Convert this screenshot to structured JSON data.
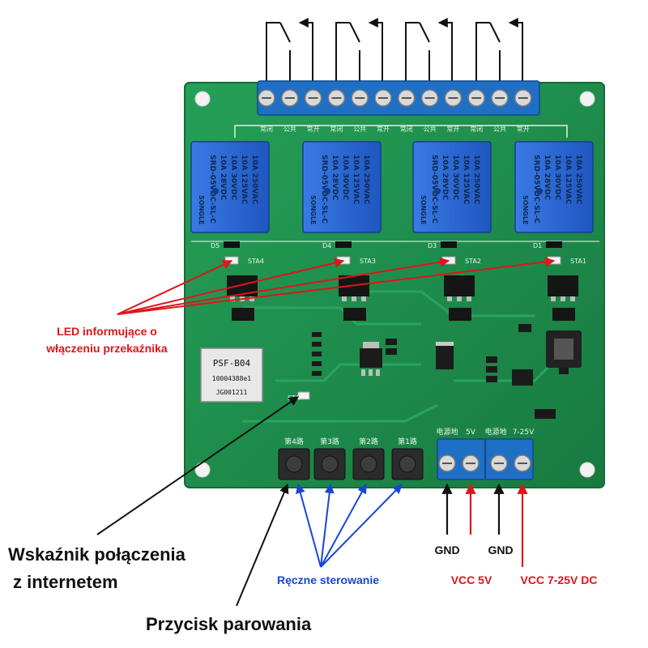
{
  "board": {
    "module_model": "PSF-B04",
    "module_serial": "10004388e1",
    "module_cert": "JG001211",
    "relay_lines": [
      "10A 250VAC",
      "10A 125VAC",
      "10A 30VDC",
      "10A 28VDC",
      "SRD-05VDC-SL-C"
    ],
    "relay_brand": "SONGLE",
    "button_labels": [
      "第4路",
      "第3路",
      "第2路",
      "第1路"
    ],
    "power_labels": [
      "电源地",
      "5V",
      "电源地",
      "7-25V"
    ],
    "status_labels": [
      "STA4",
      "STA3",
      "STA2",
      "STA1"
    ],
    "wifi_status_label": "STA",
    "diode_labels": [
      "D5",
      "D4",
      "D3",
      "D1"
    ],
    "terminal_labels": [
      "常闭",
      "公共",
      "常开"
    ]
  },
  "annotations": {
    "led_label": [
      "LED informujące o",
      "włączeniu przekaźnika"
    ],
    "wifi_label": [
      "Wskaźnik połączenia",
      "z internetem"
    ],
    "pairing_label": "Przycisk parowania",
    "manual_label": "Ręczne sterowanie",
    "gnd_left": "GND",
    "gnd_right": "GND",
    "vcc_5v": "VCC 5V",
    "vcc_wide": "VCC 7-25V DC"
  },
  "colors": {
    "pcb": "#1f8a4c",
    "terminal": "#1f6fc4",
    "relay": "#2d6ad6",
    "arrow_red": "#e0141b",
    "arrow_blue": "#1746d6",
    "arrow_black": "#111111"
  }
}
